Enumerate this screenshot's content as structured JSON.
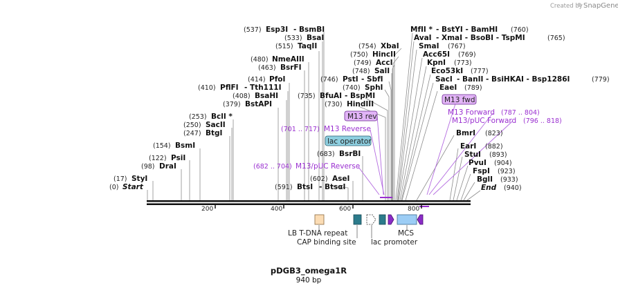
{
  "watermark": "Created by",
  "brand": "SnapGene",
  "title": "pDGB3_omega1R",
  "length_label": "940 bp",
  "ticks": [
    "200",
    "400",
    "600",
    "800"
  ],
  "enzymes_left": [
    {
      "pos": "(537)",
      "name": "Esp3I",
      "alt": "- BsmBI"
    },
    {
      "pos": "(533)",
      "name": "BsaI"
    },
    {
      "pos": "(515)",
      "name": "TaqII"
    },
    {
      "pos": "(480)",
      "name": "NmeAIII"
    },
    {
      "pos": "(463)",
      "name": "BsrFI"
    },
    {
      "pos": "(414)",
      "name": "PfoI"
    },
    {
      "pos": "(410)",
      "name": "PflFI",
      "alt": "- Tth111I"
    },
    {
      "pos": "(408)",
      "name": "BsaHI"
    },
    {
      "pos": "(379)",
      "name": "BstAPI"
    },
    {
      "pos": "(253)",
      "name": "BclI *"
    },
    {
      "pos": "(250)",
      "name": "SacII"
    },
    {
      "pos": "(247)",
      "name": "BtgI"
    },
    {
      "pos": "(154)",
      "name": "BsmI"
    },
    {
      "pos": "(122)",
      "name": "PsiI"
    },
    {
      "pos": "(98)",
      "name": "DraI"
    },
    {
      "pos": "(17)",
      "name": "StyI"
    },
    {
      "pos": "(0)",
      "name": "Start"
    }
  ],
  "enzymes_mid": [
    {
      "pos": "(754)",
      "name": "XbaI"
    },
    {
      "pos": "(750)",
      "name": "HincII"
    },
    {
      "pos": "(749)",
      "name": "AccI"
    },
    {
      "pos": "(748)",
      "name": "SalI"
    },
    {
      "pos": "(746)",
      "name": "PstI",
      "alt": "- SbfI"
    },
    {
      "pos": "(740)",
      "name": "SphI"
    },
    {
      "pos": "(735)",
      "name": "BfuAI",
      "alt": "- BspMI"
    },
    {
      "pos": "(730)",
      "name": "HindIII"
    },
    {
      "pos": "(683)",
      "name": "BsrBI"
    },
    {
      "pos": "(602)",
      "name": "AseI"
    },
    {
      "pos": "(591)",
      "name": "BtsI",
      "alt": "- BtsαI"
    }
  ],
  "enzymes_right": [
    {
      "name": "MfII *",
      "alt": "- BstYI  - BamHI",
      "pos": "(760)"
    },
    {
      "name": "AvaI",
      "alt": "- XmaI  - BsoBI  - TspMI",
      "pos": "(765)"
    },
    {
      "name": "SmaI",
      "pos": "(767)"
    },
    {
      "name": "Acc65I",
      "pos": "(769)"
    },
    {
      "name": "KpnI",
      "pos": "(773)"
    },
    {
      "name": "Eco53kI",
      "pos": "(777)"
    },
    {
      "name": "SacI",
      "alt": "- BanII  - BsiHKAI  - Bsp1286I",
      "pos": "(779)"
    },
    {
      "name": "EaeI",
      "pos": "(789)"
    },
    {
      "name": "BmrI",
      "pos": "(823)"
    },
    {
      "name": "EarI",
      "pos": "(882)"
    },
    {
      "name": "StuI",
      "pos": "(893)"
    },
    {
      "name": "PvuI",
      "pos": "(904)"
    },
    {
      "name": "FspI",
      "pos": "(923)"
    },
    {
      "name": "BglI",
      "pos": "(933)"
    },
    {
      "name": "End",
      "pos": "(940)"
    }
  ],
  "primers": {
    "m13_rev_box": "M13 rev",
    "m13_fwd_box": "M13 fwd",
    "lac_operator": "lac operator",
    "m13_reverse": {
      "name": "M13 Reverse",
      "range": "(701 .. 717)"
    },
    "m13_puc_reverse": {
      "name": "M13/pUC Reverse",
      "range": "(682 .. 704)"
    },
    "m13_forward": {
      "name": "M13 Forward",
      "range": "(787 .. 804)"
    },
    "m13_puc_forward": {
      "name": "M13/pUC Forward",
      "range": "(796 .. 818)"
    }
  },
  "features": {
    "lb_tdna": "LB T-DNA repeat",
    "cap_site": "CAP binding site",
    "lac_promoter": "lac promoter",
    "mcs": "MCS"
  },
  "colors": {
    "primer": "#9a2fd0",
    "primer_fill": "#e2b4f7",
    "lac_operator_fill": "#8ecfe0",
    "lb_fill": "#fbdcb4",
    "cap_fill": "#2c7b8b",
    "mcs_fill": "#9ccdf5",
    "arrow_fill": "#8a2cc6"
  }
}
